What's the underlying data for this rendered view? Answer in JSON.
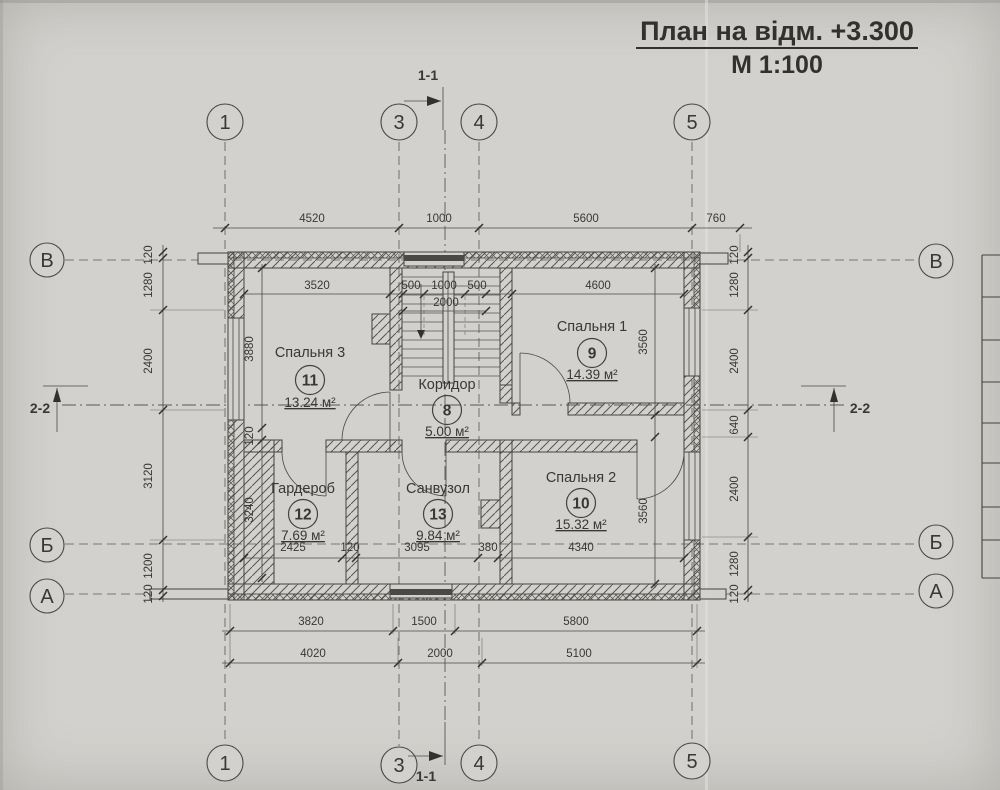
{
  "title": {
    "line1": "План на відм. +3.300",
    "line2": "М 1:100"
  },
  "axes": {
    "col1": "1",
    "col3": "3",
    "col4": "4",
    "col5": "5",
    "rowV": "В",
    "rowB": "Б",
    "rowA": "А"
  },
  "sections": {
    "s11": "1-1",
    "s22": "2-2"
  },
  "rooms": {
    "bedroom3": {
      "name": "Спальня 3",
      "num": "11",
      "area": "13.24 м²"
    },
    "corridor": {
      "name": "Коридор",
      "num": "8",
      "area": "5.00 м²"
    },
    "bedroom1": {
      "name": "Спальня 1",
      "num": "9",
      "area": "14.39 м²"
    },
    "wardrobe": {
      "name": "Гардероб",
      "num": "12",
      "area": "7.69 м²"
    },
    "bathroom": {
      "name": "Санвузол",
      "num": "13",
      "area": "9.84 м²"
    },
    "bedroom2": {
      "name": "Спальня 2",
      "num": "10",
      "area": "15.32 м²"
    }
  },
  "dims": {
    "top_outer": [
      "4520",
      "1000",
      "5600",
      "760"
    ],
    "top_inner": [
      "3520",
      "500",
      "1000",
      "500",
      "4600"
    ],
    "top_inner2": [
      "2000"
    ],
    "left_outer": [
      "120",
      "1280",
      "2400",
      "3120",
      "1200",
      "120"
    ],
    "left_inner": [
      "3880",
      "120",
      "3240"
    ],
    "right_outer": [
      "120",
      "1280",
      "2400",
      "640",
      "2400",
      "1280",
      "120"
    ],
    "right_inner": [
      "3560",
      "3560"
    ],
    "bottom_inner": [
      "2425",
      "120",
      "3095",
      "380",
      "4340"
    ],
    "bottom_outer_1": [
      "3820",
      "1500",
      "5800"
    ],
    "bottom_outer_2": [
      "4020",
      "2000",
      "5100"
    ]
  },
  "colors": {
    "paper": "#d3d1cd",
    "ink": "#3a3835"
  }
}
